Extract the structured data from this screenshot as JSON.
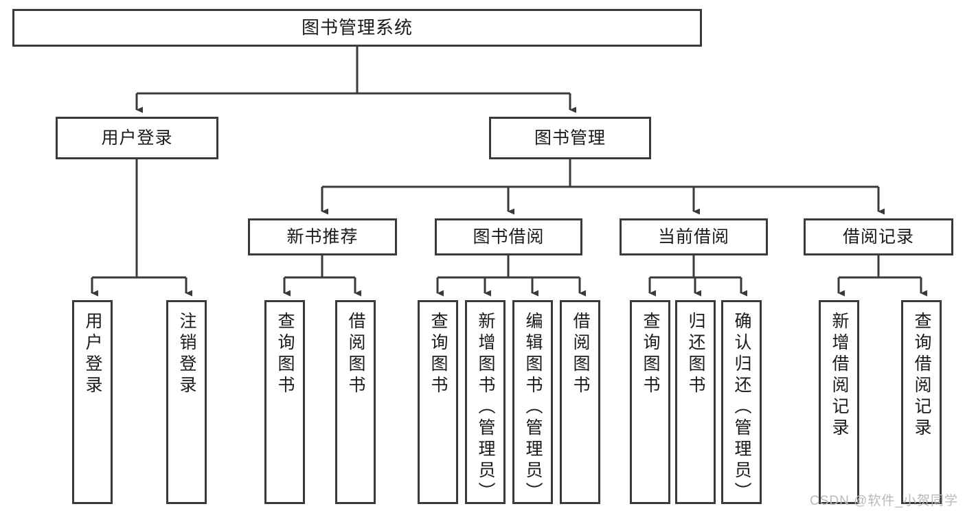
{
  "diagram": {
    "title": "图书管理系统",
    "type": "tree-hierarchy",
    "colors": {
      "box_border": "#3a3a3a",
      "box_fill": "#ffffff",
      "connector": "#3a3a3a",
      "text": "#1a1a1a",
      "watermark": "#b9b9b9"
    },
    "root": {
      "label": "图书管理系统"
    },
    "level2": [
      {
        "label": "用户登录"
      },
      {
        "label": "图书管理"
      }
    ],
    "level3": [
      {
        "label": "新书推荐"
      },
      {
        "label": "图书借阅"
      },
      {
        "label": "当前借阅"
      },
      {
        "label": "借阅记录"
      }
    ],
    "leaves": {
      "user_login": [
        {
          "label": "用户登录"
        },
        {
          "label": "注销登录"
        }
      ],
      "new_book_recommend": [
        {
          "label": "查询图书"
        },
        {
          "label": "借阅图书"
        }
      ],
      "book_borrow": [
        {
          "label": "查询图书"
        },
        {
          "label": "新增图书（管理员）"
        },
        {
          "label": "编辑图书（管理员）"
        },
        {
          "label": "借阅图书"
        }
      ],
      "current_borrow": [
        {
          "label": "查询图书"
        },
        {
          "label": "归还图书"
        },
        {
          "label": "确认归还（管理员）"
        }
      ],
      "borrow_record": [
        {
          "label": "新增借阅记录"
        },
        {
          "label": "查询借阅记录"
        }
      ]
    }
  },
  "watermark": {
    "text": "CSDN @软件_小贺同学"
  }
}
